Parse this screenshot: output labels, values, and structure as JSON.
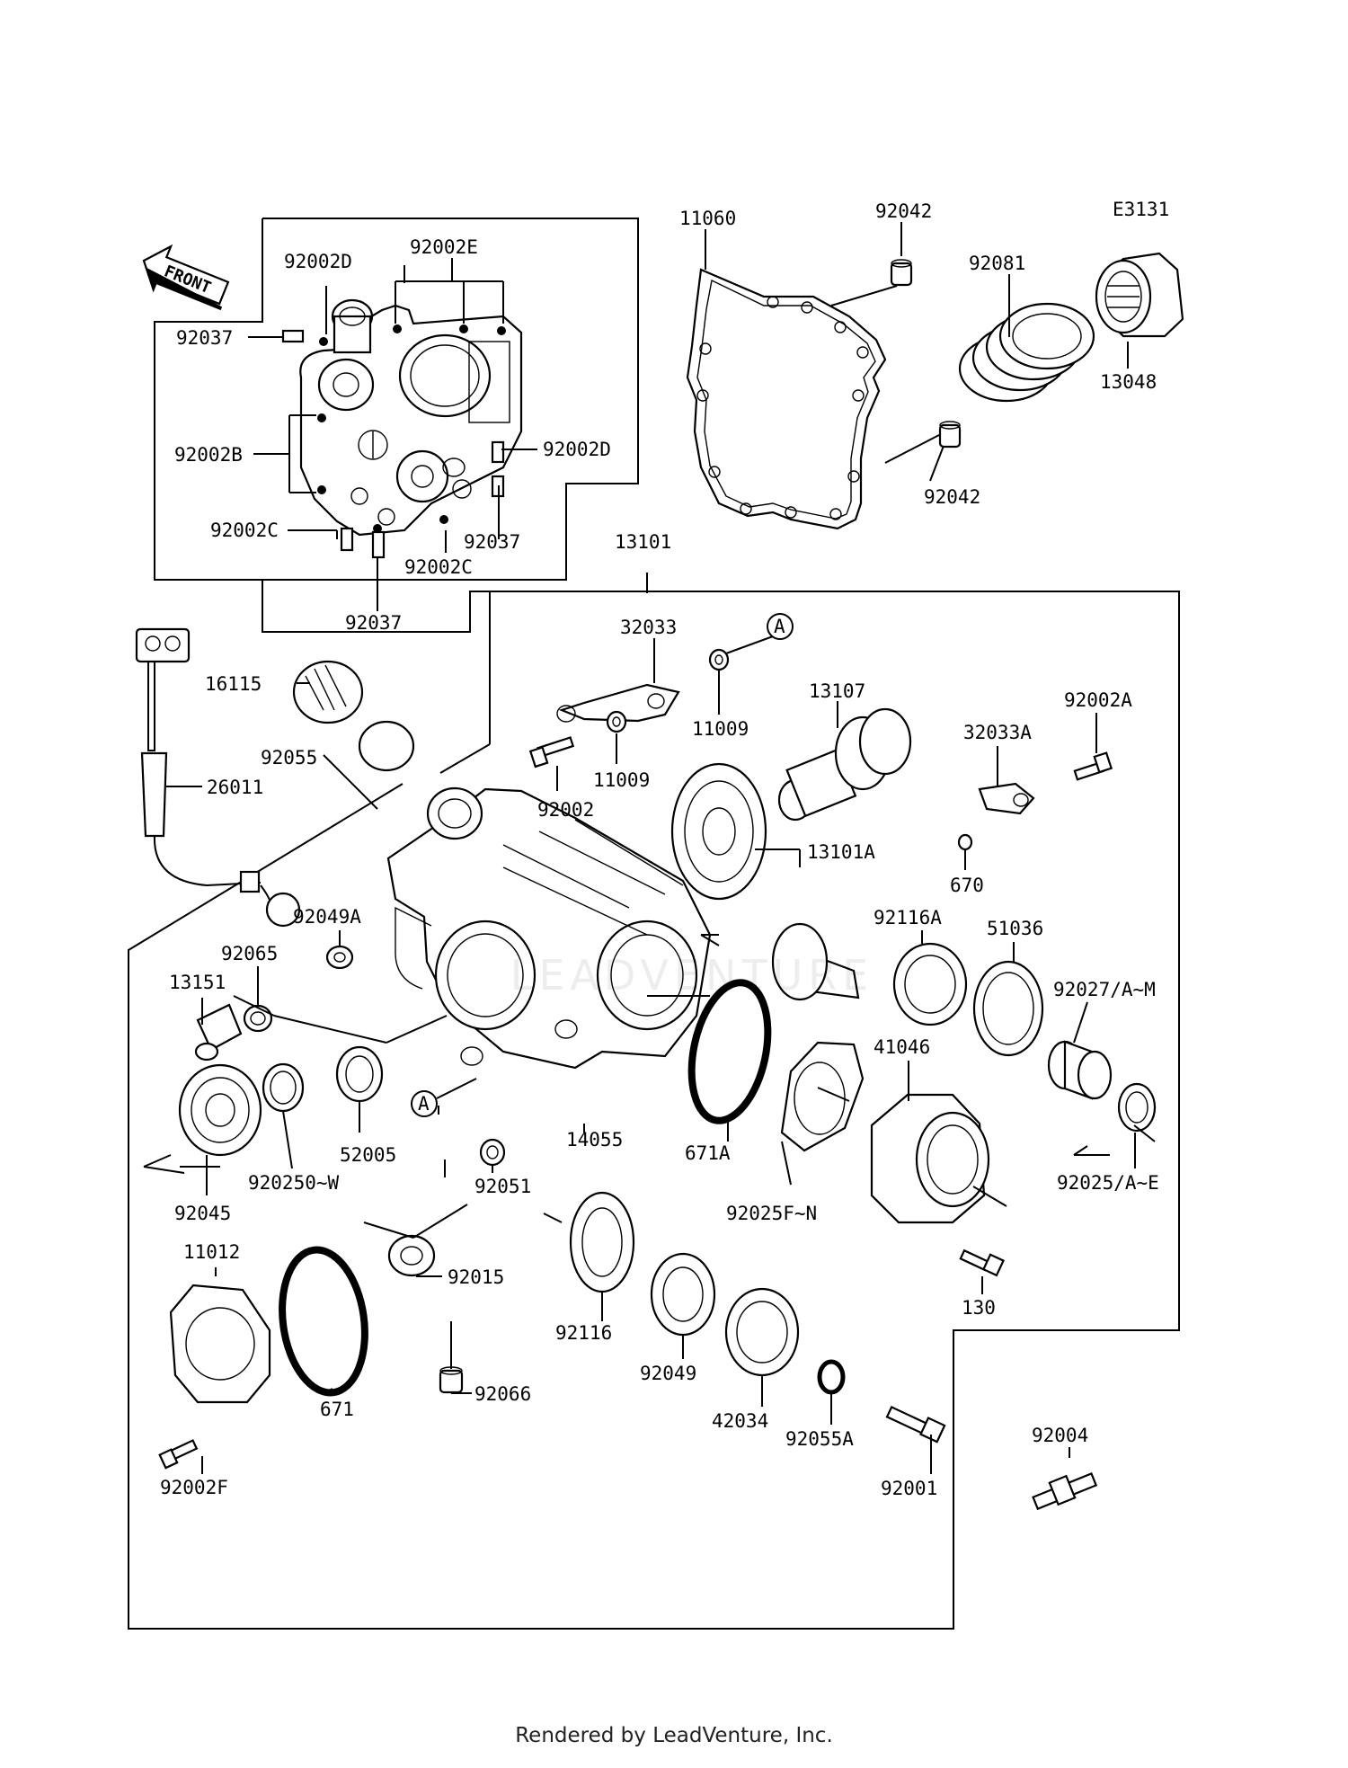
{
  "diagram_code": "E3131",
  "front_arrow_text": "FRONT",
  "footer": "Rendered by LeadVenture, Inc.",
  "watermark": "LEADVENTURE",
  "callouts": {
    "ref_a": "A",
    "p92002D_top": "92002D",
    "p92002E": "92002E",
    "p92037_top": "92037",
    "p92002B": "92002B",
    "p92002D_right": "92002D",
    "p92002C_left": "92002C",
    "p92037_right": "92037",
    "p92002C_bottom": "92002C",
    "p92037_bottom": "92037",
    "p11060": "11060",
    "p92042_top": "92042",
    "p92081": "92081",
    "p13048": "13048",
    "p92042_bottom": "92042",
    "p13101": "13101",
    "p32033": "32033",
    "p11009_top": "11009",
    "p11009_mid": "11009",
    "p13107": "13107",
    "p32033A": "32033A",
    "p92002A": "92002A",
    "p16115": "16115",
    "p92055": "92055",
    "p26011": "26011",
    "p92002": "92002",
    "p13101A": "13101A",
    "p670": "670",
    "p92049A": "92049A",
    "p92116A": "92116A",
    "p51036": "51036",
    "p92065": "92065",
    "p13151": "13151",
    "p92027": "92027/A~M",
    "p41046": "41046",
    "p52005": "52005",
    "p14055": "14055",
    "p671A": "671A",
    "p920250": "920250~W",
    "p92045": "92045",
    "p92051": "92051",
    "p92025FN": "92025F~N",
    "p92025AE": "92025/A~E",
    "p11012": "11012",
    "p92015": "92015",
    "p130": "130",
    "p92116": "92116",
    "p92049": "92049",
    "p671": "671",
    "p92066": "92066",
    "p42034": "42034",
    "p92055A": "92055A",
    "p92004": "92004",
    "p92001": "92001",
    "p92002F": "92002F"
  }
}
